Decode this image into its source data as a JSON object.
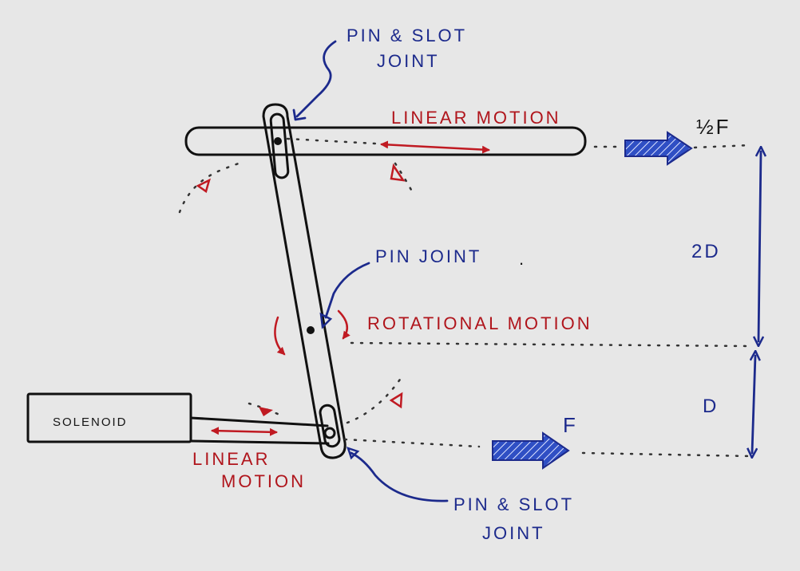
{
  "labels": {
    "pin_slot_top_line1": "PIN & SLOT",
    "pin_slot_top_line2": "JOINT",
    "linear_motion_top": "LINEAR MOTION",
    "half_force": "½F",
    "two_d": "2D",
    "pin_joint": "PIN JOINT",
    "pin_joint_dot": ".",
    "rotational_motion": "ROTATIONAL MOTION",
    "d": "D",
    "solenoid": "SOLENOID",
    "force": "F",
    "linear_motion_bottom_line1": "LINEAR",
    "linear_motion_bottom_line2": "MOTION",
    "pin_slot_bottom_line1": "PIN & SLOT",
    "pin_slot_bottom_line2": "JOINT"
  },
  "colors": {
    "background": "#e7e7e7",
    "ink": "#111111",
    "annotation_blue": "#1c2a8c",
    "motion_red": "#b0151c",
    "force_arrow_blue": "#2f4fc4"
  }
}
